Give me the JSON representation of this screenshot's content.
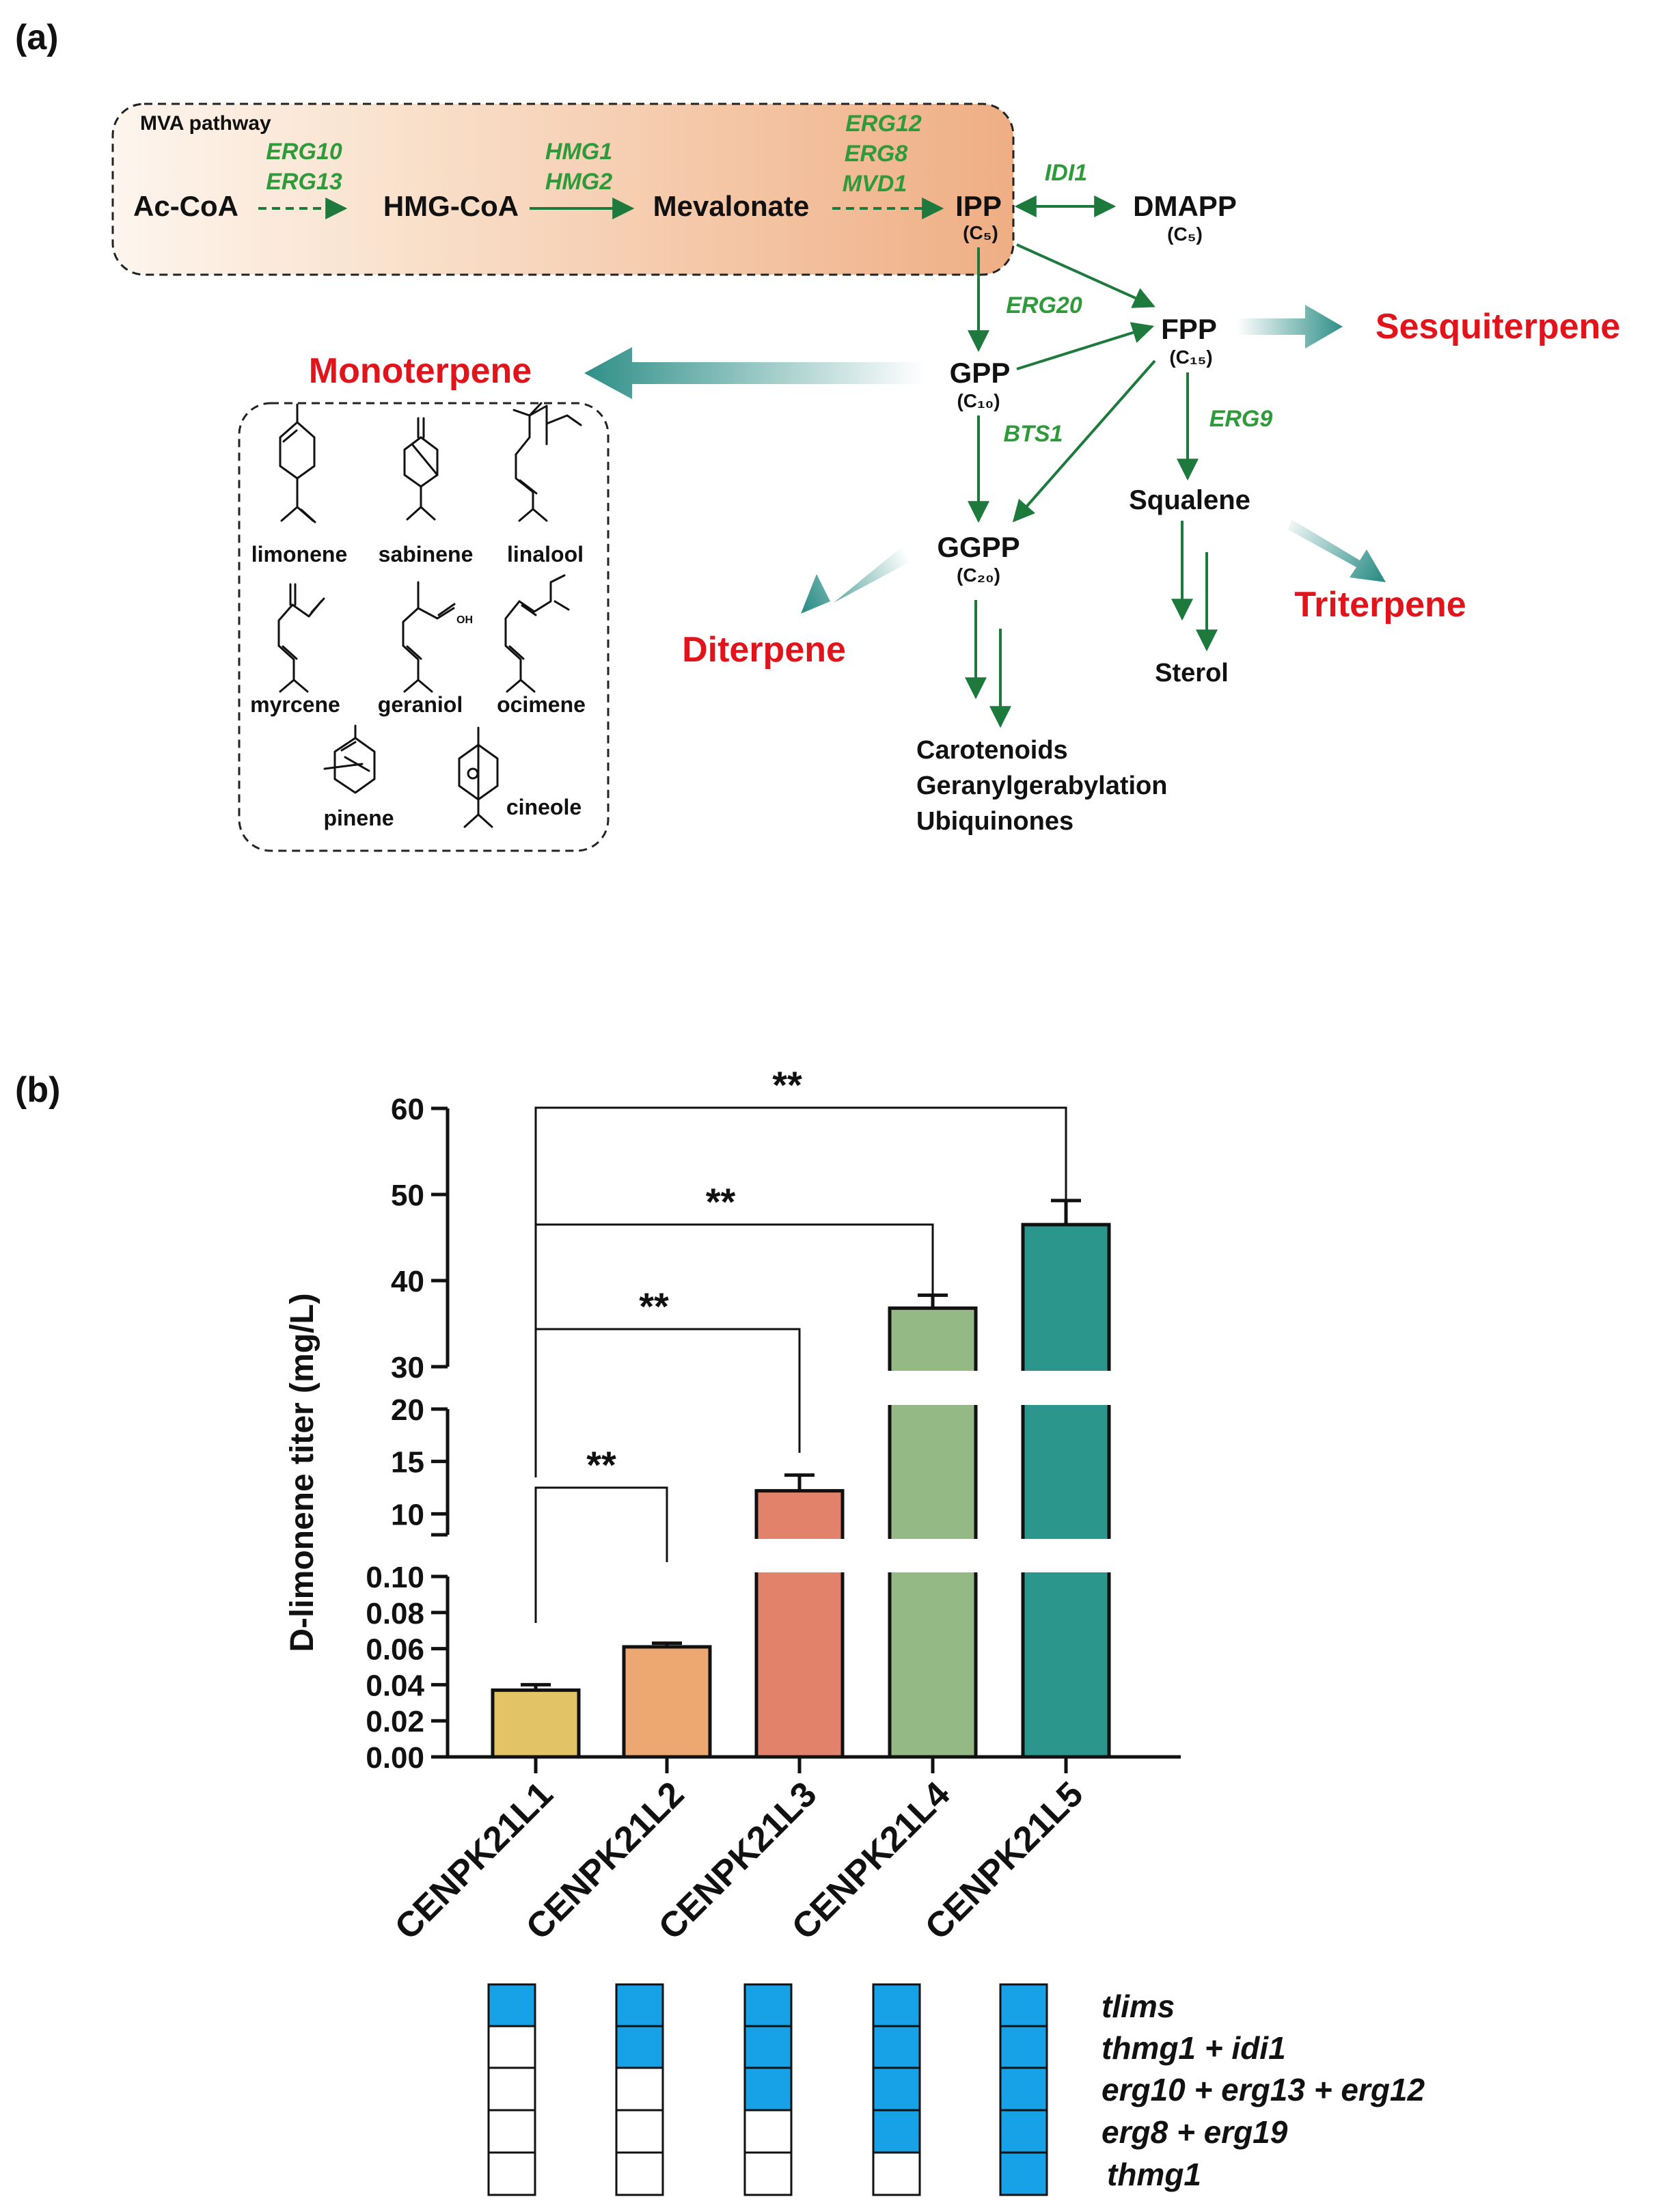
{
  "panel_a": {
    "label": "(a)",
    "pathway_box_title": "MVA pathway",
    "metabolites": {
      "accoa": "Ac-CoA",
      "hmgcoa": "HMG-CoA",
      "mevalonate": "Mevalonate",
      "ipp": "IPP",
      "ipp_sub": "(C₅)",
      "dmapp": "DMAPP",
      "dmapp_sub": "(C₅)",
      "fpp": "FPP",
      "fpp_sub": "(C₁₅)",
      "gpp": "GPP",
      "gpp_sub": "(C₁₀)",
      "ggpp": "GGPP",
      "ggpp_sub": "(C₂₀)",
      "squalene": "Squalene",
      "sterol": "Sterol"
    },
    "enzymes": {
      "erg10": "ERG10",
      "erg13": "ERG13",
      "hmg1": "HMG1",
      "hmg2": "HMG2",
      "erg12": "ERG12",
      "erg8": "ERG8",
      "mvd1": "MVD1",
      "idi1": "IDI1",
      "erg20": "ERG20",
      "bts1": "BTS1",
      "erg9": "ERG9"
    },
    "products": {
      "monoterpene": "Monoterpene",
      "sesquiterpene": "Sesquiterpene",
      "diterpene": "Diterpene",
      "triterpene": "Triterpene"
    },
    "ggpp_products": [
      "Carotenoids",
      "Geranylgerabylation",
      "Ubiquinones"
    ],
    "monoterpenes": [
      "limonene",
      "sabinene",
      "linalool",
      "myrcene",
      "geraniol",
      "ocimene",
      "pinene",
      "cineole"
    ],
    "oh_label": "OH",
    "colors": {
      "pathway_arrow": "#1e7a3c",
      "enzyme": "#2e9a3a",
      "product": "#e1141b",
      "big_arrow": "#2f8f88"
    }
  },
  "panel_b": {
    "label": "(b)",
    "significance": "**",
    "genes": [
      "tlims",
      "thmg1 + idi1",
      "erg10 + erg13 + erg12",
      "erg8 + erg19",
      "thmg1"
    ],
    "gene_matrix": [
      [
        1,
        0,
        0,
        0,
        0
      ],
      [
        1,
        1,
        0,
        0,
        0
      ],
      [
        1,
        1,
        1,
        0,
        0
      ],
      [
        1,
        1,
        1,
        1,
        0
      ],
      [
        1,
        1,
        1,
        1,
        1
      ]
    ],
    "matrix_on_color": "#17a2e8"
  },
  "chart_data": {
    "type": "bar",
    "ylabel": "D-limonene titer  (mg/L)",
    "y_axis_broken": true,
    "y_segments": [
      {
        "range": [
          0,
          0.1
        ],
        "ticks": [
          "0.00",
          "0.02",
          "0.04",
          "0.06",
          "0.08",
          "0.10"
        ]
      },
      {
        "range": [
          8,
          20
        ],
        "ticks": [
          "10",
          "15",
          "20"
        ]
      },
      {
        "range": [
          30,
          60
        ],
        "ticks": [
          "30",
          "40",
          "50",
          "60"
        ]
      }
    ],
    "categories": [
      "CENPK21L1",
      "CENPK21L2",
      "CENPK21L3",
      "CENPK21L4",
      "CENPK21L5"
    ],
    "values": [
      0.037,
      0.061,
      12.2,
      36.8,
      46.5
    ],
    "errors": [
      0.003,
      0.002,
      1.5,
      1.5,
      2.8
    ],
    "colors": [
      "#e2c466",
      "#eda872",
      "#e2826a",
      "#95b985",
      "#2b968b"
    ],
    "comparisons": [
      {
        "pair": [
          "CENPK21L1",
          "CENPK21L2"
        ],
        "label": "**"
      },
      {
        "pair": [
          "CENPK21L1",
          "CENPK21L3"
        ],
        "label": "**"
      },
      {
        "pair": [
          "CENPK21L1",
          "CENPK21L4"
        ],
        "label": "**"
      },
      {
        "pair": [
          "CENPK21L1",
          "CENPK21L5"
        ],
        "label": "**"
      }
    ]
  }
}
